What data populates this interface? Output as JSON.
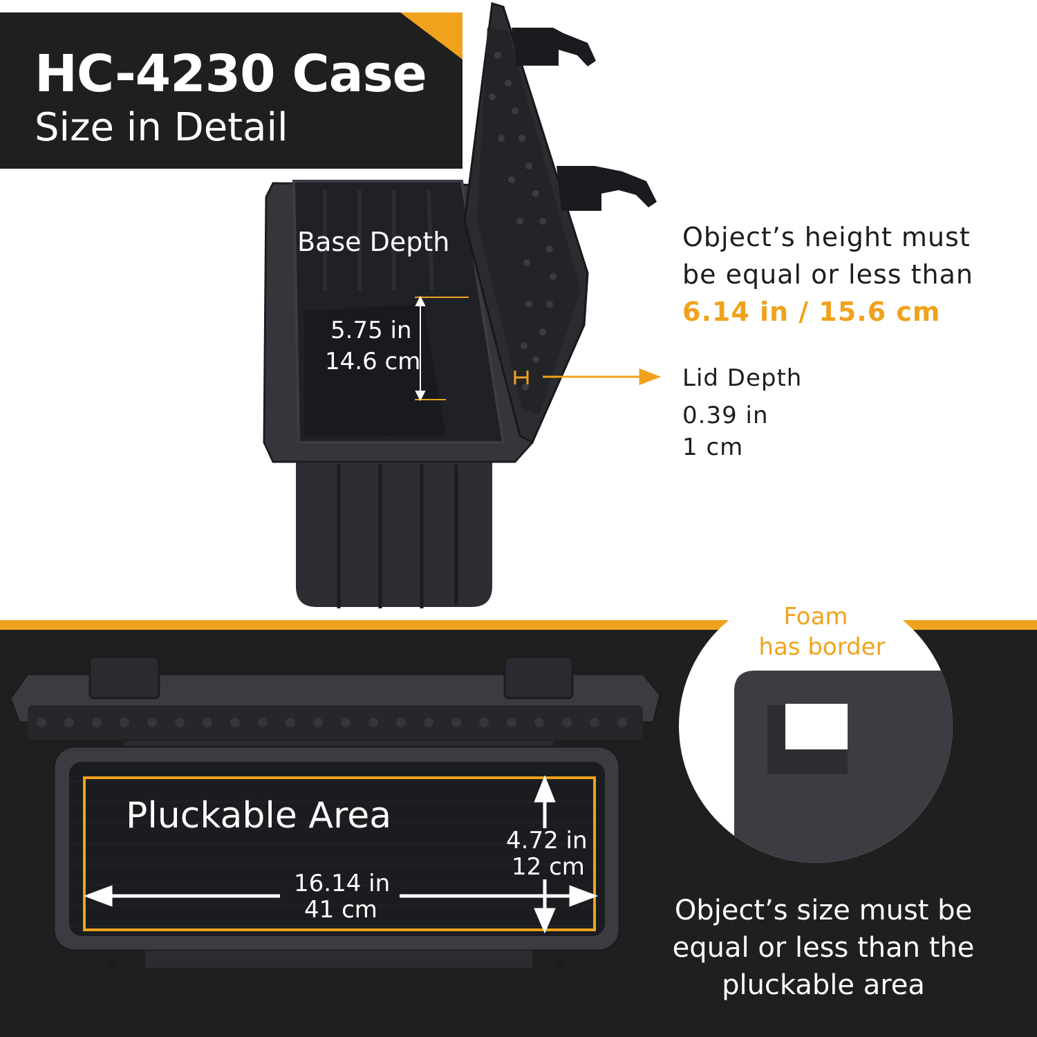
{
  "header": {
    "title": "HC-4230 Case",
    "subtitle": "Size in Detail"
  },
  "base_depth": {
    "label": "Base Depth",
    "in": "5.75 in",
    "cm": "14.6 cm"
  },
  "height_note": {
    "line1": "Object’s height must",
    "line2": "be equal or less than",
    "value": "6.14 in / 15.6 cm"
  },
  "lid_depth": {
    "label": "Lid Depth",
    "in": "0.39 in",
    "cm": "1 cm"
  },
  "pluckable": {
    "label": "Pluckable Area",
    "width_in": "16.14 in",
    "width_cm": "41 cm",
    "height_in": "4.72 in",
    "height_cm": "12 cm"
  },
  "foam": {
    "line1": "Foam",
    "line2": "has border"
  },
  "size_note": {
    "line1": "Object’s size must be",
    "line2": "equal or less than the",
    "line3": "pluckable area"
  },
  "colors": {
    "accent": "#f0a21c",
    "panel": "#1f1f1f",
    "case": "#2c2e33"
  }
}
